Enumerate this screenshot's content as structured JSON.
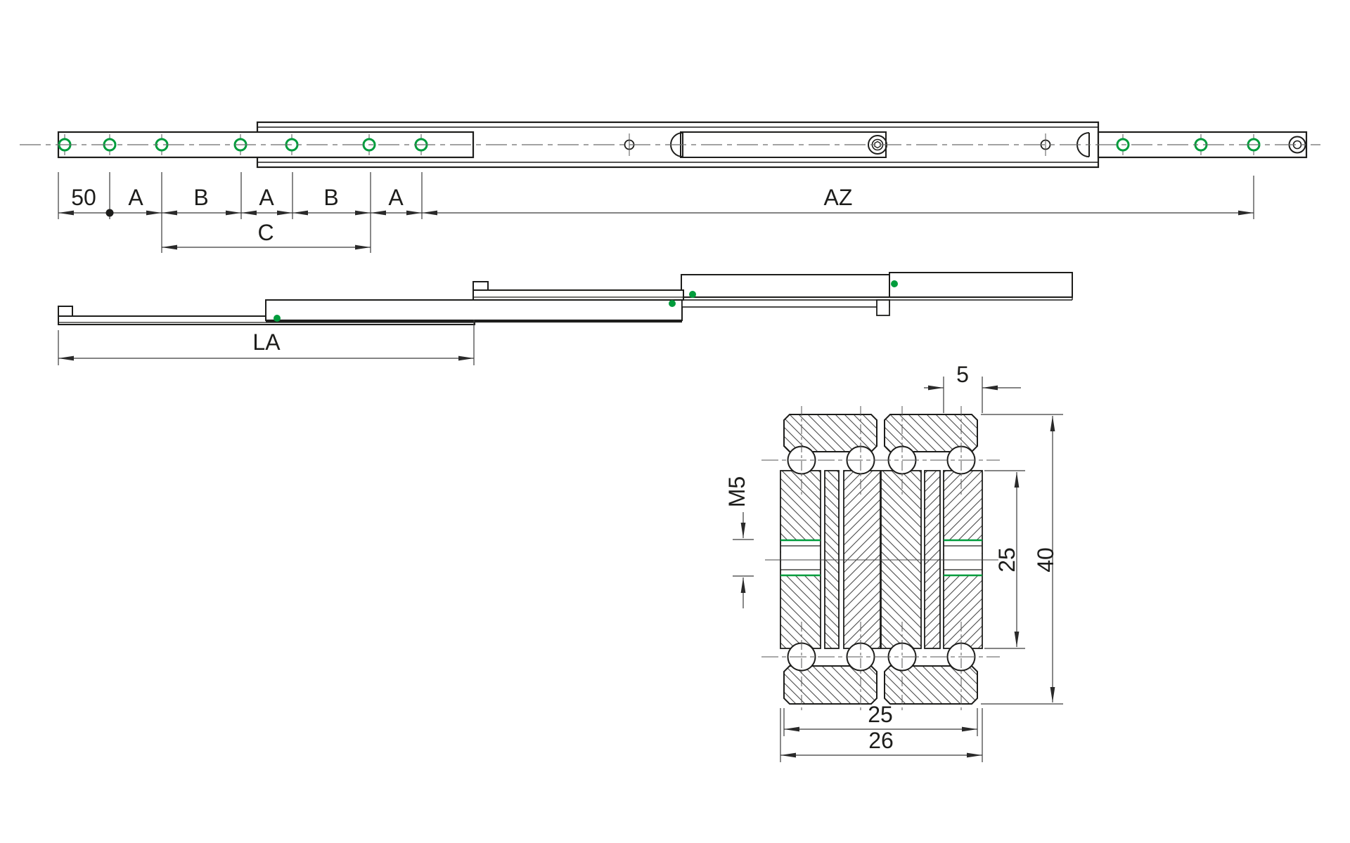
{
  "drawing": {
    "kind": "technical drawing - telescopic slide rail, 3-section full extension",
    "colors": {
      "line": "#1d1d1b",
      "dimension": "#3a3a3a",
      "accent_green": "#009C3C",
      "background": "#ffffff"
    },
    "closed_top_view": {
      "dim_chain": [
        "50",
        "A",
        "B",
        "A",
        "B",
        "A"
      ],
      "dim_overall": "AZ",
      "dim_hole_group": "C"
    },
    "extended_side_view": {
      "dim_length": "LA"
    },
    "cross_section": {
      "dim_plate_width": "5",
      "thread_label": "M5",
      "dim_raceway_height": "25",
      "dim_total_height": "40",
      "dim_mounting_width": "25",
      "dim_total_width": "26"
    }
  }
}
